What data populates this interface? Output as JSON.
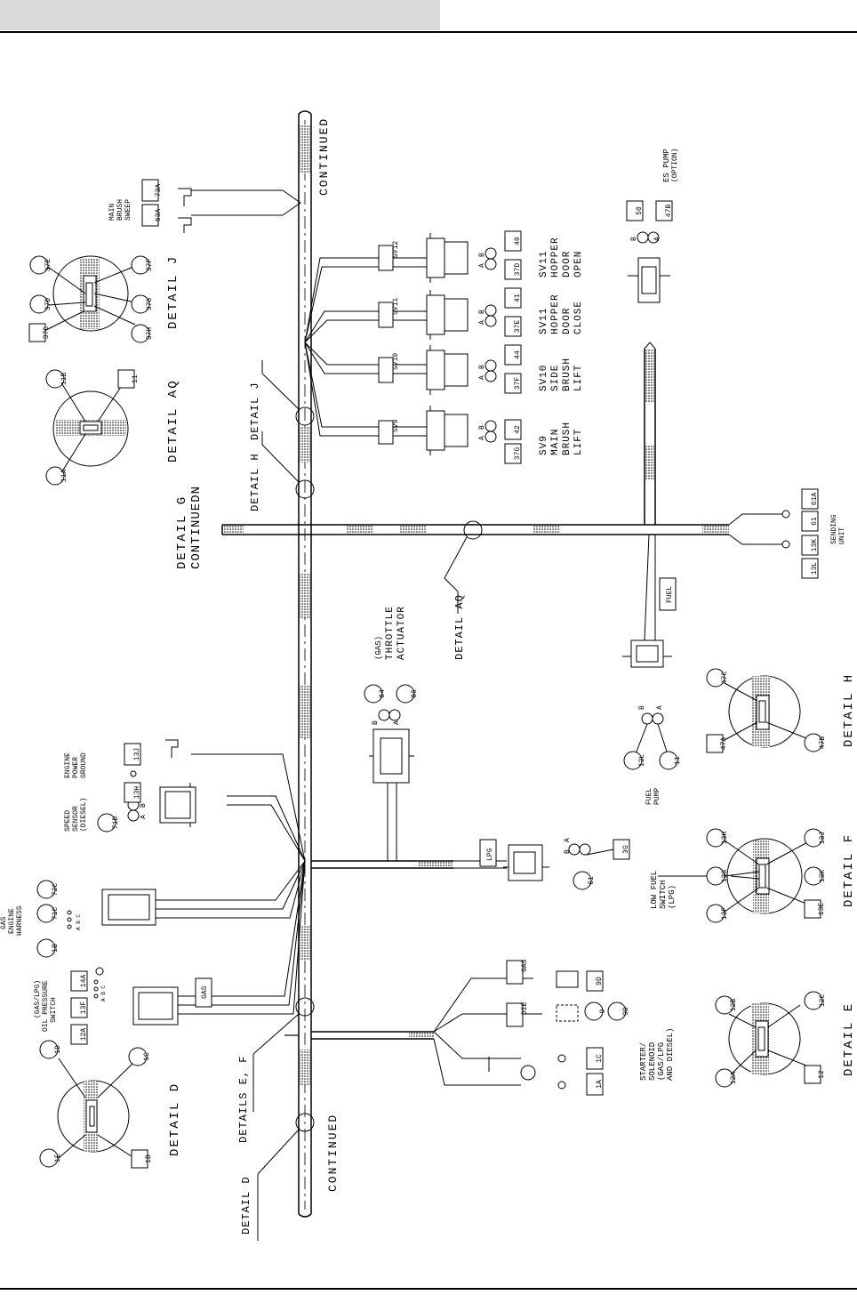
{
  "continued": [
    "CONTINUED",
    "CONTINUED"
  ],
  "details": {
    "d": {
      "title": "DETAIL D",
      "labels": [
        "1D",
        "1C",
        "1E",
        "1B"
      ]
    },
    "e": {
      "title": "DETAIL E",
      "labels": [
        "12B",
        "12C",
        "12A",
        "12"
      ]
    },
    "f": {
      "title": "DETAIL F",
      "labels": [
        "13H",
        "13J",
        "13G",
        "13F",
        "13E",
        "13K"
      ]
    },
    "h": {
      "title": "DETAIL H",
      "labels": [
        "47C",
        "47A",
        "47B"
      ]
    },
    "j": {
      "title": "DETAIL J",
      "labels": [
        "37E",
        "37F",
        "37D",
        "37G",
        "37C",
        "37H"
      ]
    },
    "aq": {
      "title": "DETAIL AQ",
      "labels": [
        "11B",
        "11",
        "11A"
      ]
    },
    "g": {
      "title": "DETAIL G",
      "subtitle": "CONTINUEDN"
    }
  },
  "callouts": {
    "d": "DETAIL D",
    "ef": "DETAILS E, F",
    "h": "DETAIL H",
    "j": "DETAIL J",
    "aq": "DETAIL AQ"
  },
  "components": {
    "main_brush": {
      "lines": [
        "MAIN",
        "BRUSH",
        "SWEEP"
      ],
      "wires": [
        "63A",
        "73A"
      ]
    },
    "engine_ground": {
      "lines": [
        "ENGINE",
        "POWER",
        "GROUND"
      ],
      "wire": "13J"
    },
    "speed_sensor": {
      "lines": [
        "SPEED",
        "SENSOR",
        "(DIESEL)"
      ],
      "wires": [
        "13H",
        "71D"
      ],
      "pins": [
        "B",
        "A"
      ]
    },
    "gas_harness": {
      "lines": [
        "GAS",
        "ENGINE",
        "HARNESS"
      ],
      "wires": [
        "72C",
        "71C",
        "1B"
      ],
      "pins": "A B C"
    },
    "oil_switch": {
      "lines": [
        "(GAS/LPG)",
        "OIL PRESSURE",
        "SWITCH"
      ],
      "wires": [
        "14A",
        "13F",
        "12A"
      ],
      "pins": "A B C"
    },
    "throttle": {
      "lines": [
        "(GAS)",
        "THROTTLE",
        "ACTUATOR"
      ],
      "wires": [
        "84",
        "86"
      ],
      "pins": [
        "B",
        "A"
      ]
    },
    "low_fuel": {
      "lines": [
        "LOW FUEL",
        "SWITCH",
        "(LPG)"
      ],
      "wires": [
        "3G",
        "61"
      ],
      "pins": [
        "A",
        "B"
      ]
    },
    "fuel_pump": {
      "lines": [
        "FUEL",
        "PUMP"
      ],
      "wires": [
        "13L",
        "11"
      ],
      "pins": [
        "B",
        "A"
      ]
    },
    "starter": {
      "lines": [
        "STARTER/",
        "SOLENOID",
        "(GAS/LPG",
        "AND DIESEL)"
      ],
      "wires": [
        "9D",
        "9",
        "1C",
        "1A"
      ],
      "tags": [
        "GAS",
        "DIE"
      ]
    },
    "sending_unit": {
      "lines": [
        "SENDING",
        "UNIT"
      ],
      "wires": [
        "61A",
        "61",
        "13K",
        "13L"
      ]
    },
    "es_pump": {
      "lines": [
        "ES PUMP",
        "(OPTION)"
      ],
      "wires": [
        "50",
        "47B"
      ],
      "pins": [
        "B",
        "A"
      ]
    },
    "sv9": {
      "tag": "SV9",
      "lines": [
        "SV9",
        "MAIN",
        "BRUSH",
        "LIFT"
      ],
      "wires": [
        "42",
        "37G"
      ],
      "pins": [
        "A",
        "B"
      ]
    },
    "sv10": {
      "tag": "SV10",
      "lines": [
        "SV10",
        "SIDE",
        "BRUSH",
        "LIFT"
      ],
      "wires": [
        "44",
        "37F"
      ],
      "pins": [
        "A",
        "B"
      ]
    },
    "sv11": {
      "tag": "SV11",
      "lines": [
        "SV11",
        "HOPPER",
        "DOOR",
        "CLOSE"
      ],
      "wires": [
        "41",
        "37E"
      ],
      "pins": [
        "A",
        "B"
      ]
    },
    "sv12": {
      "tag": "SV12",
      "lines": [
        "SV11",
        "HOPPER",
        "DOOR",
        "OPEN"
      ],
      "wires": [
        "40",
        "37D"
      ],
      "pins": [
        "A",
        "B"
      ]
    }
  },
  "harness_tags": {
    "gas": "GAS",
    "lpg": "LPG",
    "fuel": "FUEL"
  }
}
